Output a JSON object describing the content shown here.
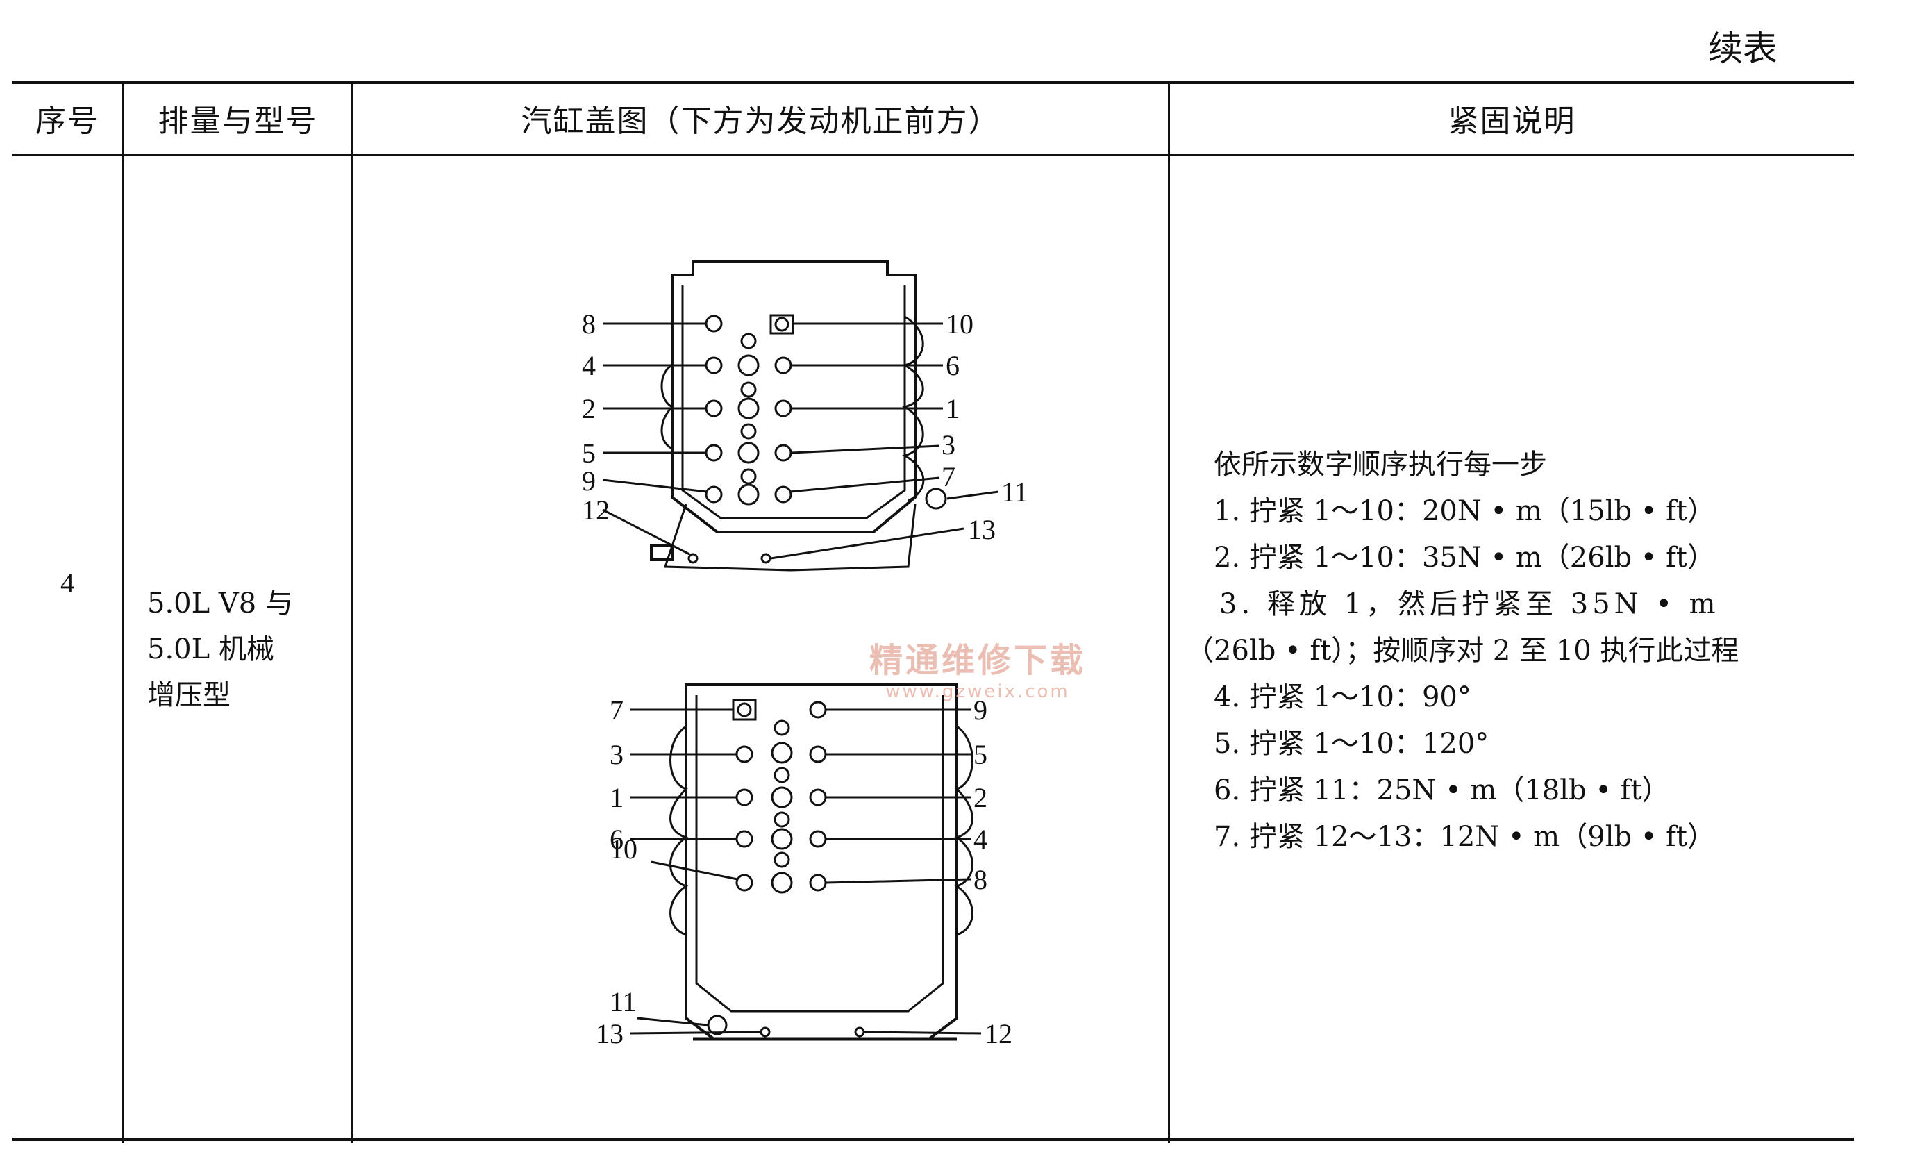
{
  "continued_label": "续表",
  "headers": [
    "序号",
    "排量与型号",
    "汽缸盖图（下方为发动机正前方）",
    "紧固说明"
  ],
  "row": {
    "seq": "4",
    "model_lines": [
      "5.0L V8 与",
      "5.0L 机械",
      "增压型"
    ],
    "instructions": [
      "依所示数字顺序执行每一步",
      "1. 拧紧 1～10：20N • m（15lb • ft）",
      "2. 拧紧 1～10：35N • m（26lb • ft）",
      "3. 释放 1，然后拧紧至 35N • m",
      "（26lb • ft）；按顺序对 2 至 10 执行此过程",
      "4. 拧紧 1～10：90°",
      "5. 拧紧 1～10：120°",
      "6. 拧紧 11：25N • m（18lb • ft）",
      "7. 拧紧 12～13：12N • m（9lb • ft）"
    ]
  },
  "diagram_top_labels": [
    "8",
    "10",
    "4",
    "6",
    "2",
    "1",
    "5",
    "3",
    "9",
    "7",
    "11",
    "12",
    "13"
  ],
  "diagram_bottom_labels": [
    "7",
    "9",
    "3",
    "5",
    "1",
    "2",
    "6",
    "4",
    "10",
    "8",
    "11",
    "13",
    "12"
  ],
  "watermark": {
    "text": "精通维修下载",
    "url": "www.gzweix.com"
  }
}
